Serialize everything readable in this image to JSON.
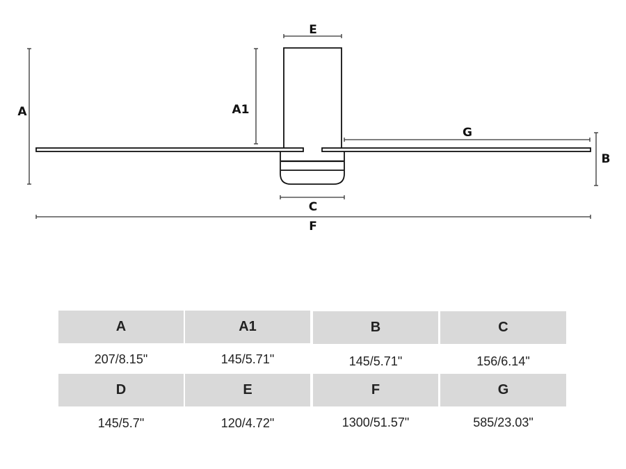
{
  "diagram": {
    "labels": {
      "A": "A",
      "A1": "A1",
      "B": "B",
      "C": "C",
      "E": "E",
      "F": "F",
      "G": "G"
    }
  },
  "table": {
    "rows": [
      {
        "headers": [
          "A",
          "A1",
          "B",
          "C"
        ],
        "values": [
          "207/8.15\"",
          "145/5.71\"",
          "145/5.71\"",
          "156/6.14\""
        ]
      },
      {
        "headers": [
          "D",
          "E",
          "F",
          "G"
        ],
        "values": [
          "145/5.7\"",
          "120/4.72\"",
          "1300/51.57\"",
          "585/23.03\""
        ]
      }
    ]
  },
  "colors": {
    "header_bg": "#d9d9d9",
    "line": "#222222"
  }
}
